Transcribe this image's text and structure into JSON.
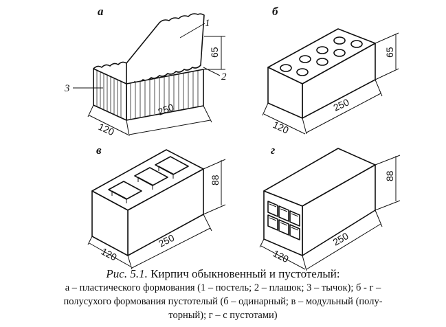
{
  "panels": [
    {
      "letter": "а",
      "dims": {
        "length": "250",
        "width": "120",
        "height": "65"
      },
      "callouts": [
        "1",
        "2",
        "3"
      ]
    },
    {
      "letter": "б",
      "dims": {
        "length": "250",
        "width": "120",
        "height": "65"
      }
    },
    {
      "letter": "в",
      "dims": {
        "length": "250",
        "width": "120",
        "height": "88"
      }
    },
    {
      "letter": "г",
      "dims": {
        "length": "250",
        "width": "120",
        "height": "88"
      }
    }
  ],
  "caption": {
    "fig_label": "Рис. 5.1.",
    "title": "Кирпич обыкновенный и пустотелый:",
    "lines": [
      "а – пластического формования (1 – постель; 2 – плашок; 3 – тычок); б - г –",
      "полусухого формования пустотелый (б – одинарный; в – модульный (полу-",
      "торный); г – с пустотами)"
    ]
  }
}
